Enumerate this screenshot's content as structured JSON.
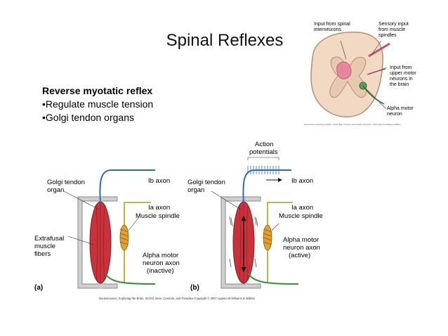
{
  "slide": {
    "title": "Spinal Reflexes",
    "heading": "Reverse myotatic reflex",
    "bullets": [
      "•Regulate muscle tension",
      "•Golgi tendon organs"
    ]
  },
  "spinal_cord_figure": {
    "labels": {
      "input_spinal_1": "Input from spinal",
      "input_spinal_2": "interneurons",
      "sensory_1": "Sensory input",
      "sensory_2": "from muscle",
      "sensory_3": "spindles",
      "upper_1": "Input from",
      "upper_2": "upper motor",
      "upper_3": "neurons in",
      "upper_4": "the brain",
      "alpha_1": "Alpha motor",
      "alpha_2": "neuron"
    },
    "credit": "Neuroscience: Exploring the Brain, 3rd Ed, Bear, Connors, and Paradiso Copyright © 2007 Lippincott Williams & Wilkins"
  },
  "reflex_figure": {
    "panel_a": {
      "tag": "(a)",
      "golgi_1": "Golgi tendon",
      "golgi_2": "organ",
      "ib_axon": "Ib axon",
      "ia_axon": "Ia axon",
      "spindle": "Muscle spindle",
      "extrafusal_1": "Extrafusal",
      "extrafusal_2": "muscle",
      "extrafusal_3": "fibers",
      "alpha_1": "Alpha motor",
      "alpha_2": "neuron axon",
      "alpha_3": "(inactive)"
    },
    "panel_b": {
      "tag": "(b)",
      "action_1": "Action",
      "action_2": "potentials",
      "golgi_1": "Golgi tendon",
      "golgi_2": "organ",
      "ib_axon": "Ib axon",
      "ia_axon": "Ia axon",
      "spindle": "Muscle spindle",
      "alpha_1": "Alpha motor",
      "alpha_2": "neuron axon",
      "alpha_3": "(active)"
    },
    "credit": "Neuroscience: Exploring the Brain, 3rd Ed, Bear, Connors, and Paradiso Copyright © 2007 Lippincott Williams & Wilkins"
  },
  "colors": {
    "muscle": "#c8323a",
    "ib_axon": "#2f6bb3",
    "ia_axon": "#c9b04a",
    "spindle": "#e0a030",
    "alpha_axon": "#3a8a3a",
    "frame": "#8a8a8a",
    "cord_gray": "#e7c9b2",
    "cord_pink": "#e886a0"
  }
}
